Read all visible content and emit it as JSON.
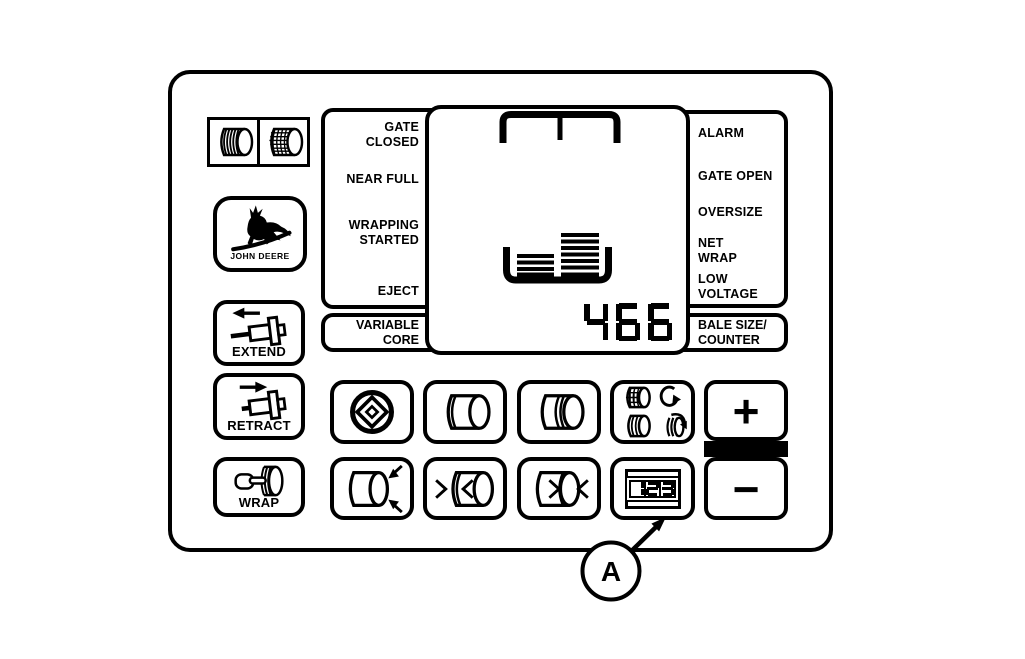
{
  "panel": {
    "indicator": {
      "left_icon": "twine-bale-icon",
      "right_icon": "net-bale-icon"
    },
    "brand": {
      "label": "JOHN DEERE",
      "icon": "deer-icon"
    },
    "action_buttons": {
      "extend": {
        "label": "EXTEND",
        "icon": "actuator-extend-icon"
      },
      "retract": {
        "label": "RETRACT",
        "icon": "actuator-retract-icon"
      },
      "wrap": {
        "label": "WRAP",
        "icon": "hand-wrap-bale-icon"
      }
    },
    "left_status": {
      "items": [
        {
          "label": "GATE\nCLOSED"
        },
        {
          "label": "NEAR FULL"
        },
        {
          "label": "WRAPPING\nSTARTED"
        },
        {
          "label": "EJECT"
        }
      ]
    },
    "variable_core": {
      "label": "VARIABLE\nCORE"
    },
    "right_status": {
      "items": [
        {
          "label": "ALARM"
        },
        {
          "label": "GATE OPEN"
        },
        {
          "label": "OVERSIZE"
        },
        {
          "label": "NET\nWRAP"
        },
        {
          "label": "LOW\nVOLTAGE"
        }
      ]
    },
    "bale_size_counter": {
      "label": "BALE SIZE/\nCOUNTER"
    },
    "display": {
      "counter": "466",
      "graphic": "bale-chamber-fill-indicator"
    },
    "grid_buttons": {
      "core": {
        "icon": "diamond-core-icon"
      },
      "bale_single_wrap": {
        "icon": "bale-single-ring-icon"
      },
      "bale_double_wrap": {
        "icon": "bale-double-ring-icon"
      },
      "wrap_type": {
        "icon": "net-twine-select-icon"
      },
      "bale_diameter": {
        "icon": "bale-diameter-arrows-icon"
      },
      "bale_size_left": {
        "icon": "bale-arrows-left-end-icon"
      },
      "bale_size_right": {
        "icon": "bale-arrows-right-end-icon"
      },
      "counter": {
        "digits": "123",
        "icon": "counter-123-icon"
      }
    },
    "plus_button": {
      "label": "+"
    },
    "minus_button": {
      "label": "−"
    }
  },
  "callout": {
    "label": "A"
  }
}
